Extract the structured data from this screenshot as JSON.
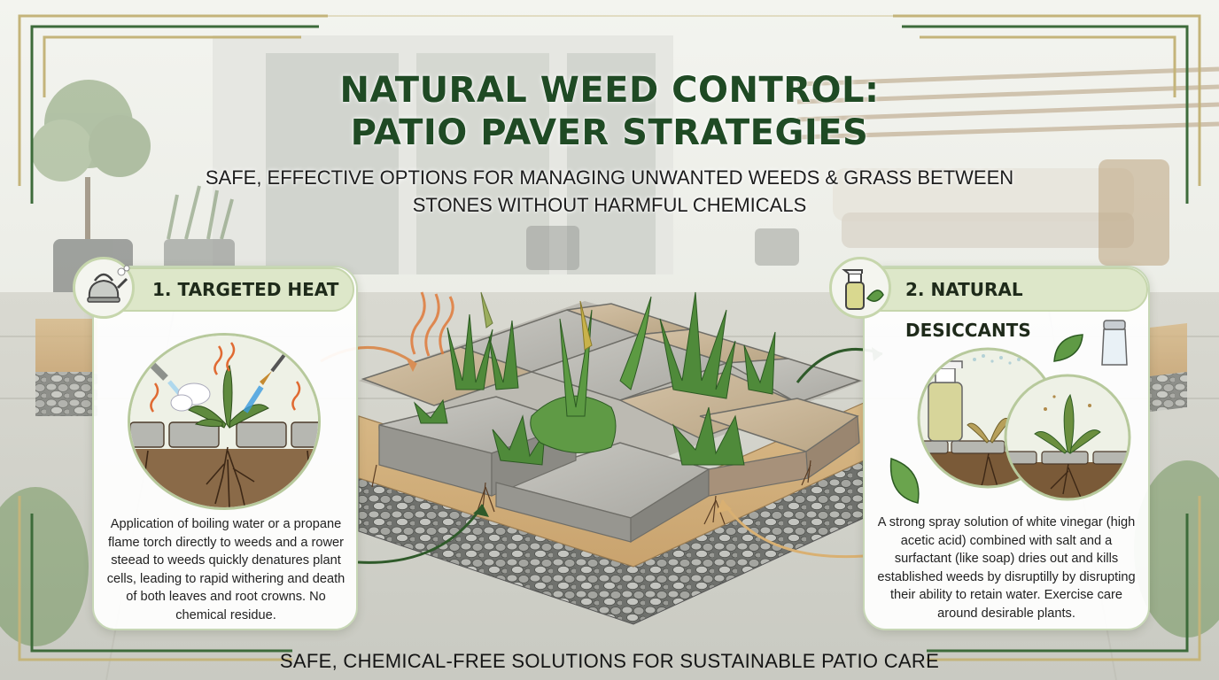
{
  "header": {
    "title_line1": "NATURAL WEED CONTROL:",
    "title_line2": "PATIO PAVER STRATEGIES",
    "subtitle_line1": "SAFE, EFFECTIVE OPTIONS FOR MANAGING UNWANTED WEEDS & GRASS BETWEEN",
    "subtitle_line2": "STONES WITHOUT HARMFUL CHEMICALS"
  },
  "left_panel": {
    "title": "1. TARGETED HEAT",
    "icon": "kettle-icon",
    "illustration": "boiling-water-and-flame-torch-on-weed",
    "description": "Application of boiling water or a propane flame torch directly to weeds and a rower steead to weeds quickly denatures plant cells, leading to rapid withering and death of both leaves and root crowns. No chemical residue."
  },
  "right_panel": {
    "title": "2. NATURAL DESICCANTS",
    "icon": "spray-bottle-icon",
    "illustration": "vinegar-spray-and-salt-on-weed",
    "description": "A strong spray solution of white vinegar (high acetic acid) combined with salt and a surfactant (like soap) dries out and kills established weeds by disruptilly by disrupting their ability to retain water. Exercise care around desirable plants."
  },
  "footer": {
    "text": "SAFE, CHEMICAL-FREE SOLUTIONS FOR SUSTAINABLE PATIO CARE"
  },
  "colors": {
    "title_green": "#1f4a24",
    "panel_header_bg": "#dde7c9",
    "frame_gold": "#c4b47a",
    "frame_green": "#3d6b3a",
    "arrow_orange": "#d98e55",
    "arrow_green": "#2f5a2a"
  }
}
